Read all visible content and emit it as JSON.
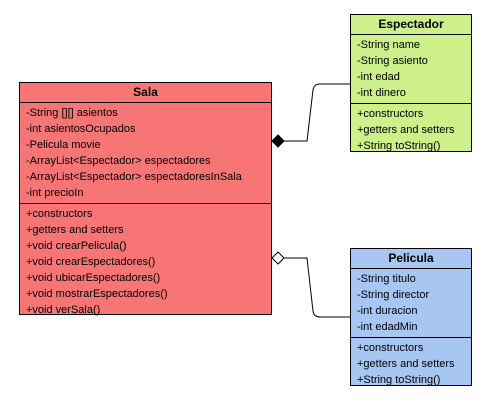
{
  "classes": {
    "sala": {
      "name": "Sala",
      "fill": "#f87575",
      "attributes": [
        "-String [][] asientos",
        "-int asientosOcupados",
        "-Pelicula movie",
        "-ArrayList<Espectador> espectadores",
        "-ArrayList<Espectador> espectadoresInSala",
        "-int precioIn"
      ],
      "methods": [
        "+constructors",
        "+getters and setters",
        "+void crearPelicula()",
        "+void crearEspectadores()",
        "+void ubicarEspectadores()",
        "+void mostrarEspectadores()",
        "+void verSala()"
      ]
    },
    "espectador": {
      "name": "Espectador",
      "fill": "#cdf08a",
      "attributes": [
        "-String name",
        "-String asiento",
        "-int edad",
        "-int dinero"
      ],
      "methods": [
        "+constructors",
        "+getters and setters",
        "+String toString()"
      ]
    },
    "pelicula": {
      "name": "Pelicula",
      "fill": "#a7c6f2",
      "attributes": [
        "-String titulo",
        "-String director",
        "-int duracion",
        "-int edadMin"
      ],
      "methods": [
        "+constructors",
        "+getters and setters",
        "+String toString()"
      ]
    }
  },
  "relationships": [
    {
      "type": "composition",
      "whole": "Sala",
      "part": "Espectador"
    },
    {
      "type": "aggregation",
      "whole": "Sala",
      "part": "Pelicula"
    }
  ]
}
